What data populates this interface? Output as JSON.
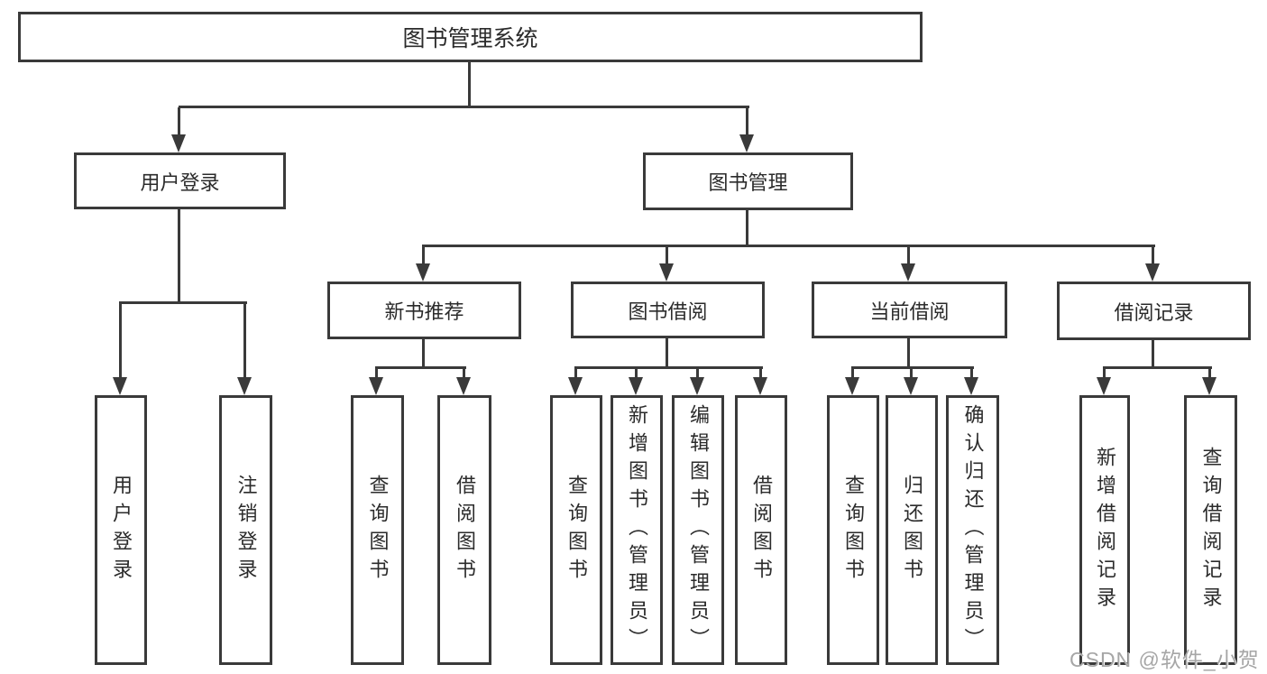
{
  "nodes": {
    "root": {
      "label": "图书管理系统"
    },
    "level2": {
      "user_login": {
        "label": "用户登录"
      },
      "book_mgmt": {
        "label": "图书管理"
      }
    },
    "level3": {
      "new_book_rec": {
        "label": "新书推荐"
      },
      "book_borrow": {
        "label": "图书借阅"
      },
      "current_borrow": {
        "label": "当前借阅"
      },
      "borrow_records": {
        "label": "借阅记录"
      }
    }
  },
  "leaves": {
    "user_login": [
      "用户登录",
      "注销登录"
    ],
    "new_book_rec": [
      "查询图书",
      "借阅图书"
    ],
    "book_borrow": [
      "查询图书",
      "新增图书（管理员）",
      "编辑图书（管理员）",
      "借阅图书"
    ],
    "current_borrow": [
      "查询图书",
      "归还图书",
      "确认归还（管理员）"
    ],
    "borrow_records": [
      "新增借阅记录",
      "查询借阅记录"
    ]
  },
  "watermark": "CSDN @软件_小贺同学",
  "colors": {
    "line": "#3a3a3a",
    "text": "#2b2b2b",
    "watermark": "#a6a6a6",
    "background": "#ffffff"
  }
}
